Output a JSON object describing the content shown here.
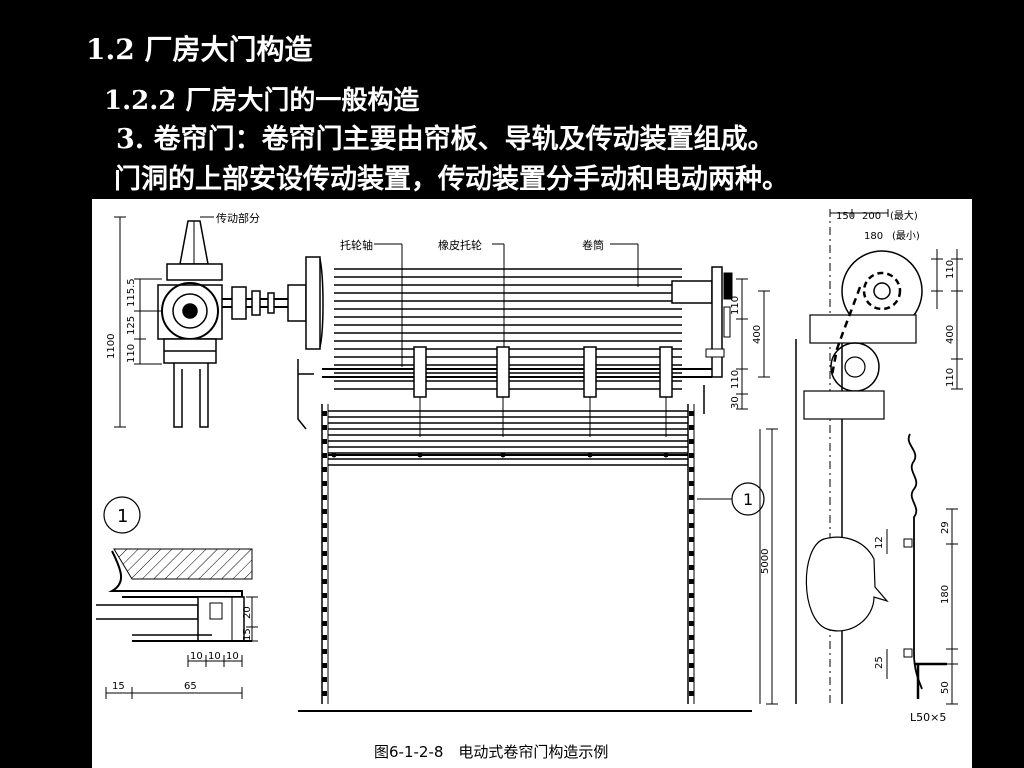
{
  "slide": {
    "heading": "1.2  厂房大门构造",
    "subheading": "1.2.2  厂房大门的一般构造",
    "line1": "3. 卷帘门：卷帘门主要由帘板、导轨及传动装置组成。",
    "line2": "门洞的上部安设传动装置，传动装置分手动和电动两种。"
  },
  "figure": {
    "caption": "图6-1-2-8　电动式卷帘门构造示例",
    "labels": {
      "drive": "传动部分",
      "roller_shaft": "托轮轴",
      "rubber_roller": "橡皮托轮",
      "drum": "卷筒",
      "detail_mark": "1",
      "max": "(最大)",
      "min": "(最小)",
      "angle": "L50×5"
    },
    "dimensions": {
      "left_total": "1100",
      "left_a": "115.5",
      "left_b": "125",
      "left_c": "110",
      "mid_a": "110",
      "mid_b": "400",
      "mid_c": "110",
      "mid_d": "30",
      "top_150": "150",
      "top_200": "200",
      "top_180": "180",
      "right_110a": "110",
      "right_400": "400",
      "right_110b": "110",
      "height_5000": "5000",
      "slat_29": "29",
      "slat_12": "12",
      "slat_180": "180",
      "slat_25": "25",
      "slat_50": "50",
      "det_20": "20",
      "det_15v": "15",
      "det_10a": "10",
      "det_10b": "10",
      "det_10c": "10",
      "det_15": "15",
      "det_65": "65"
    }
  }
}
